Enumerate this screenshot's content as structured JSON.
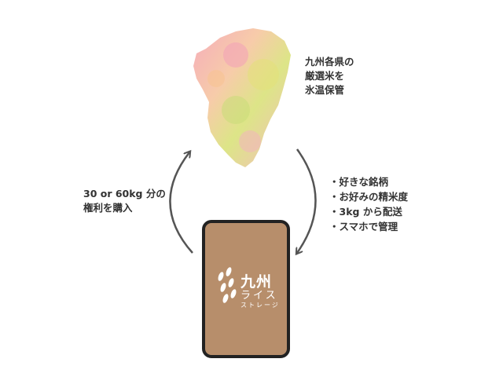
{
  "map_text": [
    "九州各県の",
    "厳選米を",
    "氷温保管"
  ],
  "left_text": [
    "30 or 60kg 分の",
    "権利を購入"
  ],
  "features": [
    "好きな銘柄",
    "お好みの精米度",
    "3kg から配送",
    "スマホで管理"
  ],
  "brand": {
    "line1": "九州",
    "line2": "ライス",
    "line3": "ストレージ"
  },
  "colors": {
    "card_fill": "#b78e6b",
    "card_border": "#222222",
    "arrow": "#555555",
    "text": "#333333"
  }
}
